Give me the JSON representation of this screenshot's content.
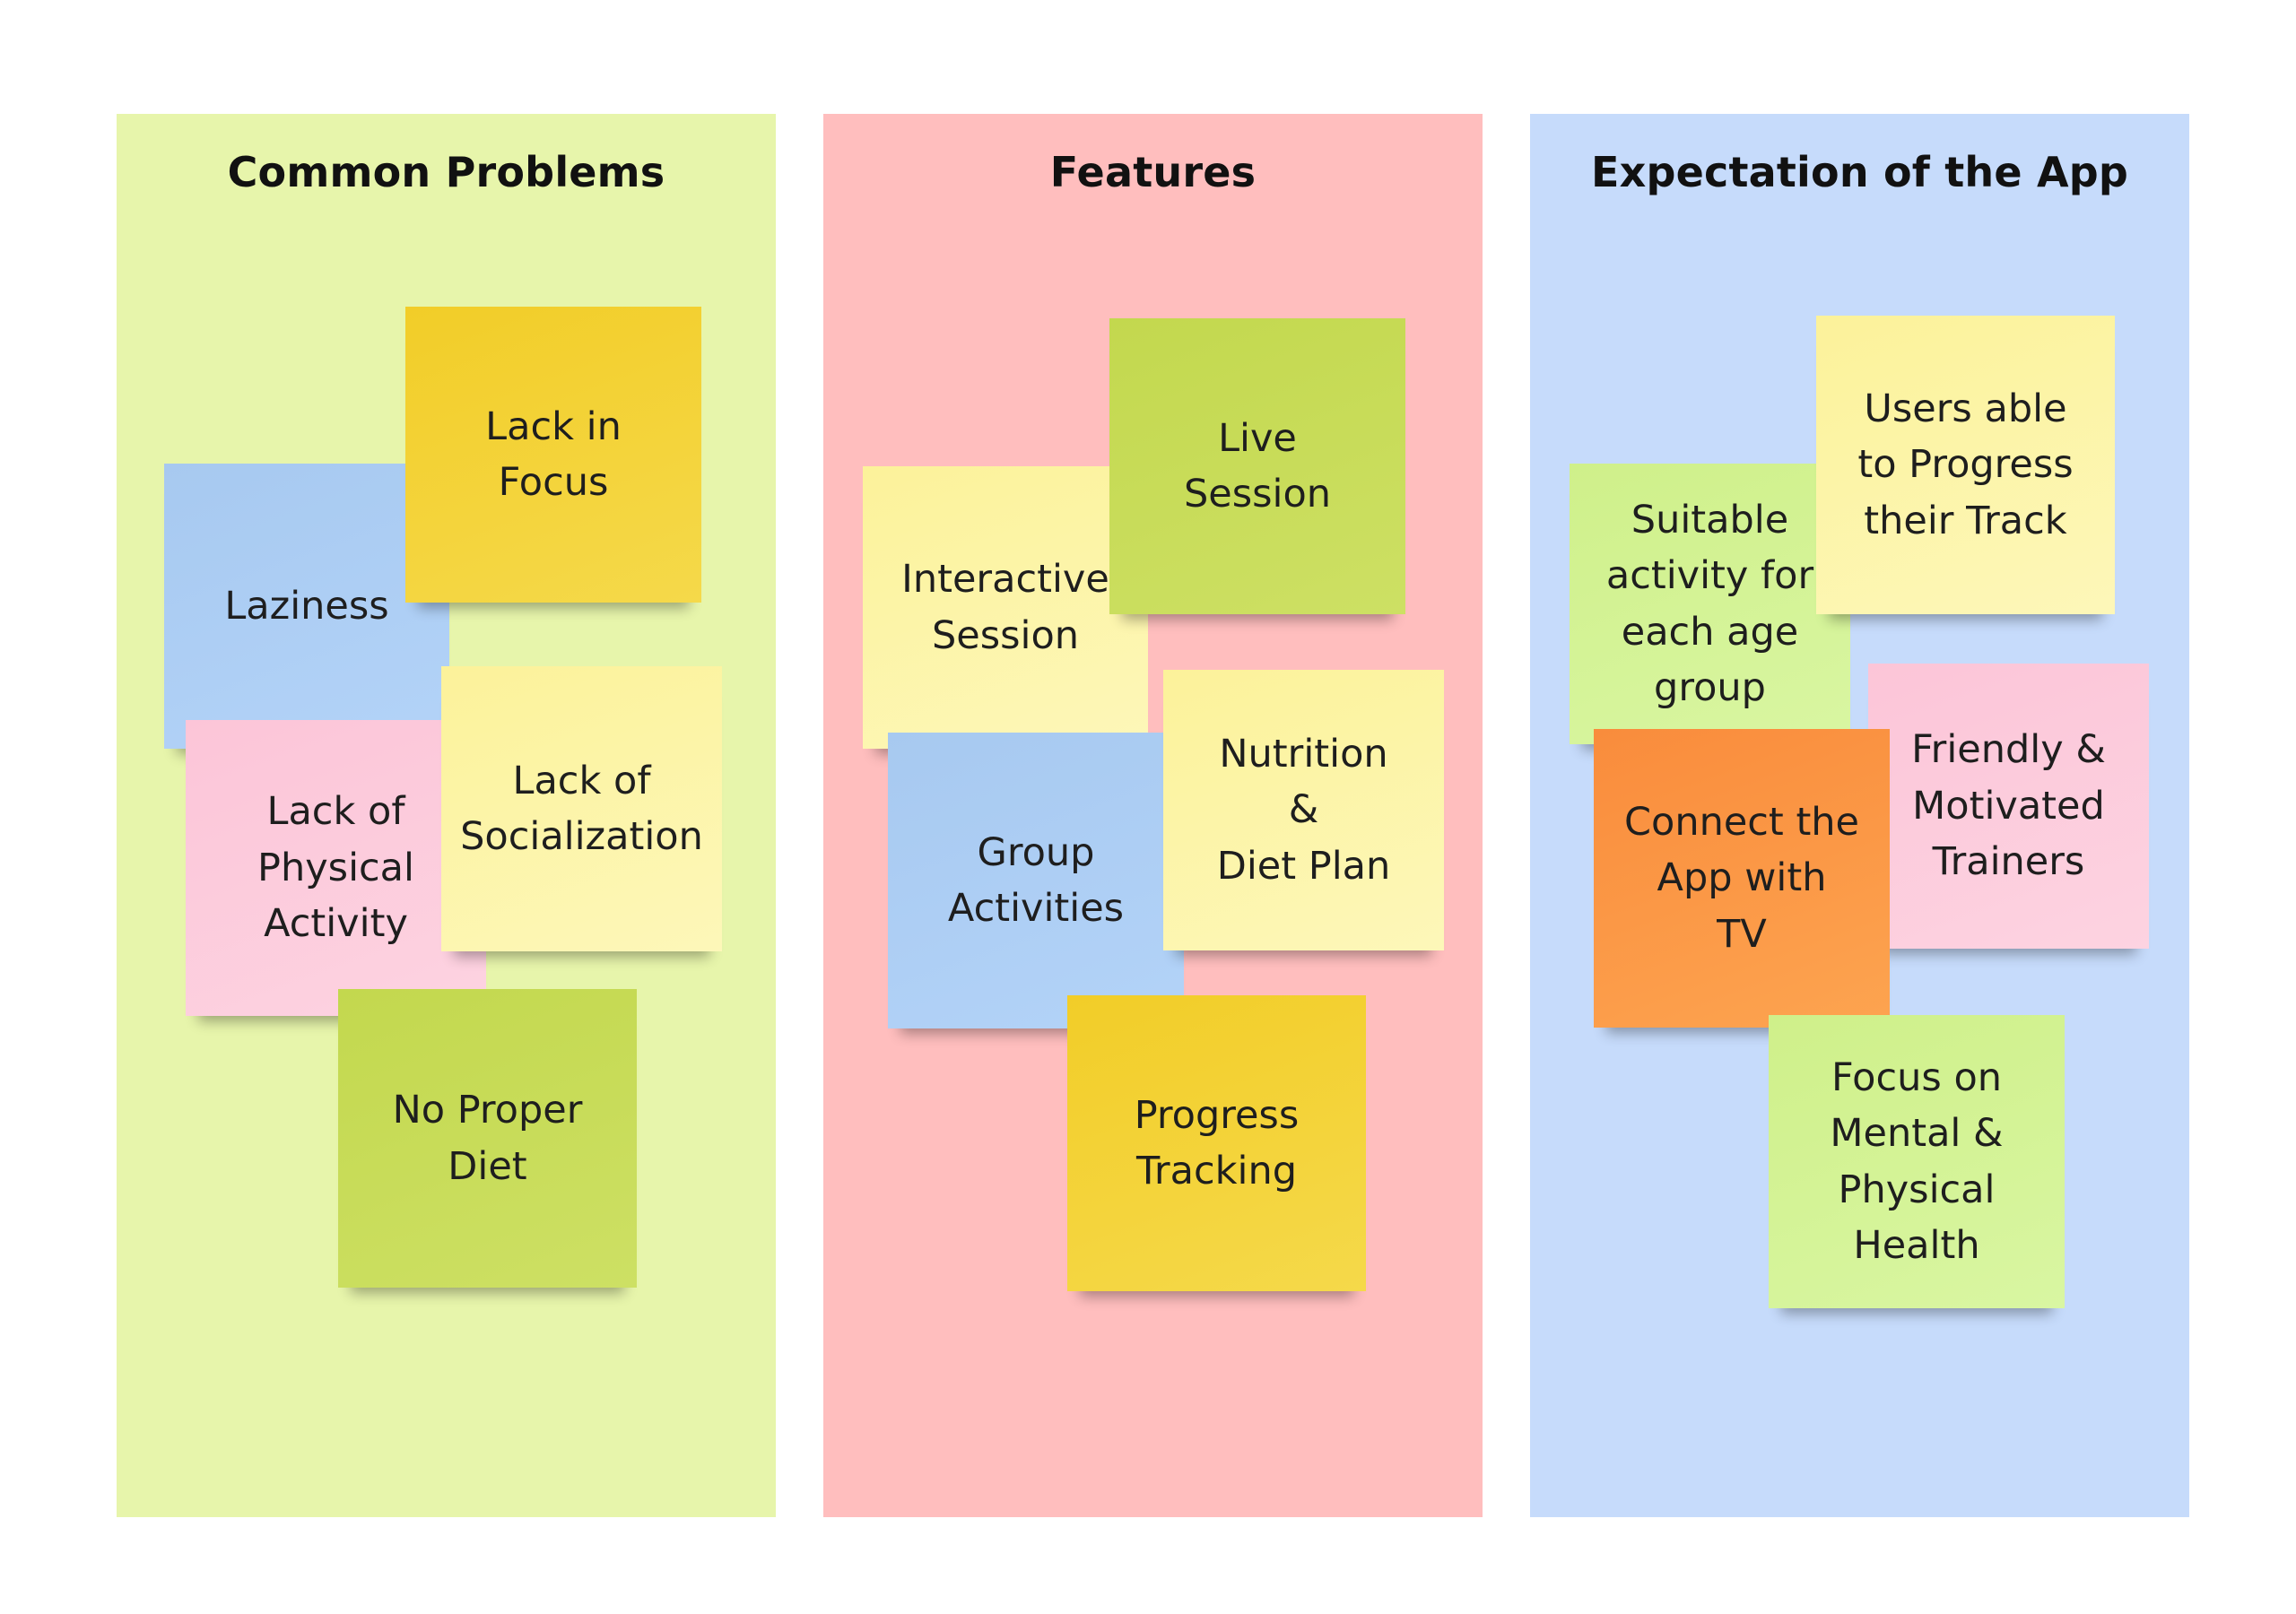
{
  "colors": {
    "column_problems": "#e7f5ab",
    "column_features": "#ffbebe",
    "column_expectations": "#c6dbfb",
    "sticky_blue": "#a7c9f0",
    "sticky_yellow": "#f2cd28",
    "sticky_pink": "#fcc5d8",
    "sticky_pale_yellow": "#fcf29a",
    "sticky_green": "#c3d84e",
    "sticky_light_green": "#cff08a",
    "sticky_orange": "#f98c3c"
  },
  "columns": [
    {
      "title": "Common Problems",
      "notes": [
        {
          "text": "Laziness",
          "color": "blue"
        },
        {
          "text": "Lack in\nFocus",
          "color": "yellow"
        },
        {
          "text": "Lack of\nPhysical\nActivity",
          "color": "pink"
        },
        {
          "text": "Lack of\nSocialization",
          "color": "pale-yellow"
        },
        {
          "text": "No Proper\nDiet",
          "color": "green"
        }
      ]
    },
    {
      "title": "Features",
      "notes": [
        {
          "text": "Interactive\nSession",
          "color": "pale-yellow"
        },
        {
          "text": "Live\nSession",
          "color": "green"
        },
        {
          "text": "Group\nActivities",
          "color": "blue"
        },
        {
          "text": "Nutrition\n&\nDiet Plan",
          "color": "pale-yellow"
        },
        {
          "text": "Progress\nTracking",
          "color": "yellow"
        }
      ]
    },
    {
      "title": "Expectation of the App",
      "notes": [
        {
          "text": "Suitable\nactivity for\neach age\ngroup",
          "color": "light-green"
        },
        {
          "text": "Users able\nto Progress\ntheir Track",
          "color": "pale-yellow"
        },
        {
          "text": "Friendly &\nMotivated\nTrainers",
          "color": "pink"
        },
        {
          "text": "Connect the\nApp with\nTV",
          "color": "orange"
        },
        {
          "text": "Focus on\nMental &\nPhysical\nHealth",
          "color": "light-green"
        }
      ]
    }
  ]
}
